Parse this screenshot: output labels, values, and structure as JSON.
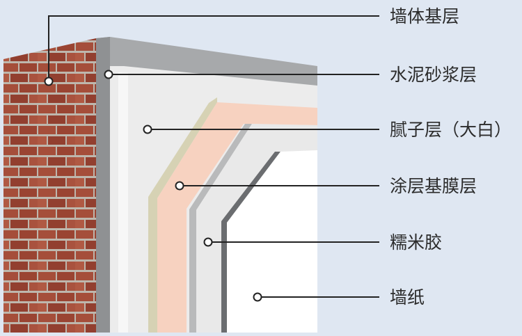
{
  "labels": {
    "wall_base": "墙体基层",
    "cement_mortar": "水泥砂浆层",
    "putty": "腻子层（大白）",
    "primer": "涂层基膜层",
    "glue": "糯米胶",
    "wallpaper": "墙纸"
  },
  "colors": {
    "background": "#dfe7f2",
    "brick": "#b3553f",
    "mortar_joint": "#cfc7bc",
    "cement": "#a7a9ab",
    "putty": "#ececec",
    "beige_strip": "#d6d2b4",
    "primer": "#f7d2c0",
    "glue_stripe": "#b9babb",
    "dark_stripe": "#6b6d70",
    "wallpaper": "#ffffff",
    "leader": "#222222"
  }
}
